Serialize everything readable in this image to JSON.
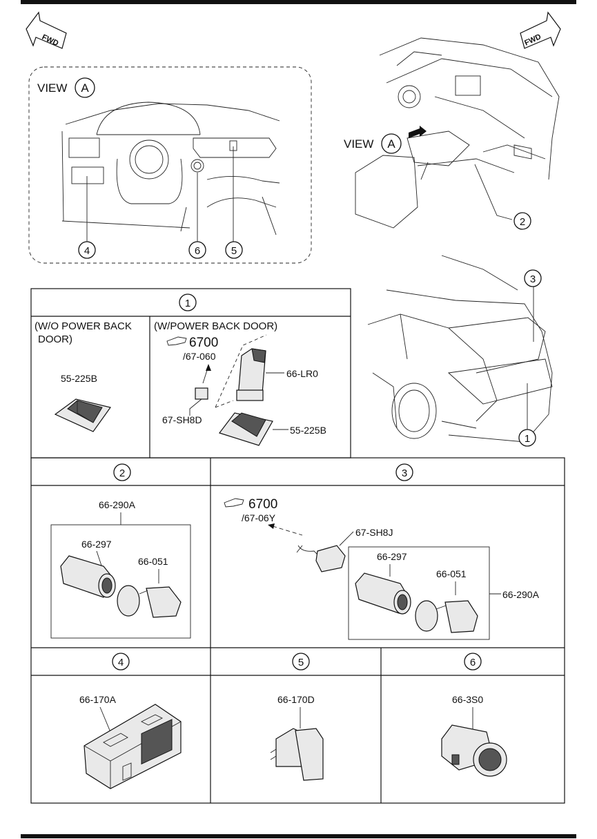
{
  "fwd_label": "FWD",
  "view_label": "VIEW",
  "view_letter": "A",
  "callouts": {
    "c1": "1",
    "c2": "2",
    "c3": "3",
    "c4": "4",
    "c5": "5",
    "c6": "6"
  },
  "section1": {
    "number": "1",
    "left_heading": "(W/O POWER BACK",
    "left_heading2": "DOOR)",
    "left_part": "55-225B",
    "right_heading": "(W/POWER BACK DOOR)",
    "ref_code": "6700",
    "ref_sub": "/67-060",
    "harness": "67-SH8D",
    "switch": "66-LR0",
    "bezel": "55-225B"
  },
  "section2": {
    "number": "2",
    "assembly": "66-290A",
    "socket": "66-297",
    "cap": "66-051"
  },
  "section3": {
    "number": "3",
    "ref_code": "6700",
    "ref_sub": "/67-06Y",
    "harness": "67-SH8J",
    "socket": "66-297",
    "cap": "66-051",
    "assembly": "66-290A"
  },
  "section4": {
    "number": "4",
    "part": "66-170A"
  },
  "section5": {
    "number": "5",
    "part": "66-170D"
  },
  "section6": {
    "number": "6",
    "part": "66-3S0"
  }
}
